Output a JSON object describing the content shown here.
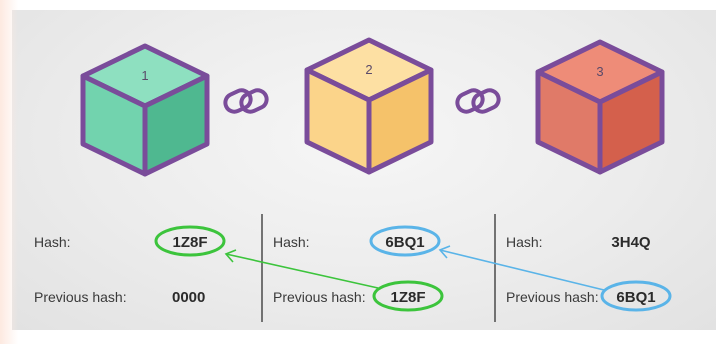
{
  "blocks": [
    {
      "number": "1",
      "hash_label": "Hash:",
      "hash": "1Z8F",
      "prev_label": "Previous hash:",
      "prev_hash": "0000",
      "colors": {
        "top": "#8ee0c0",
        "left": "#72d3ae",
        "right": "#4fb890"
      }
    },
    {
      "number": "2",
      "hash_label": "Hash:",
      "hash": "6BQ1",
      "prev_label": "Previous hash:",
      "prev_hash": "1Z8F",
      "colors": {
        "top": "#fde0a3",
        "left": "#fbd48a",
        "right": "#f5c26a"
      }
    },
    {
      "number": "3",
      "hash_label": "Hash:",
      "hash": "3H4Q",
      "prev_label": "Previous hash:",
      "prev_hash": "6BQ1",
      "colors": {
        "top": "#ee8c78",
        "left": "#e07a68",
        "right": "#d4604c"
      }
    }
  ],
  "link_icons": [
    "chain-link-icon",
    "chain-link-icon"
  ],
  "highlight_colors": {
    "green": "#3cc43c",
    "blue": "#5ab4e8",
    "cube_outline": "#7a4c9a"
  }
}
